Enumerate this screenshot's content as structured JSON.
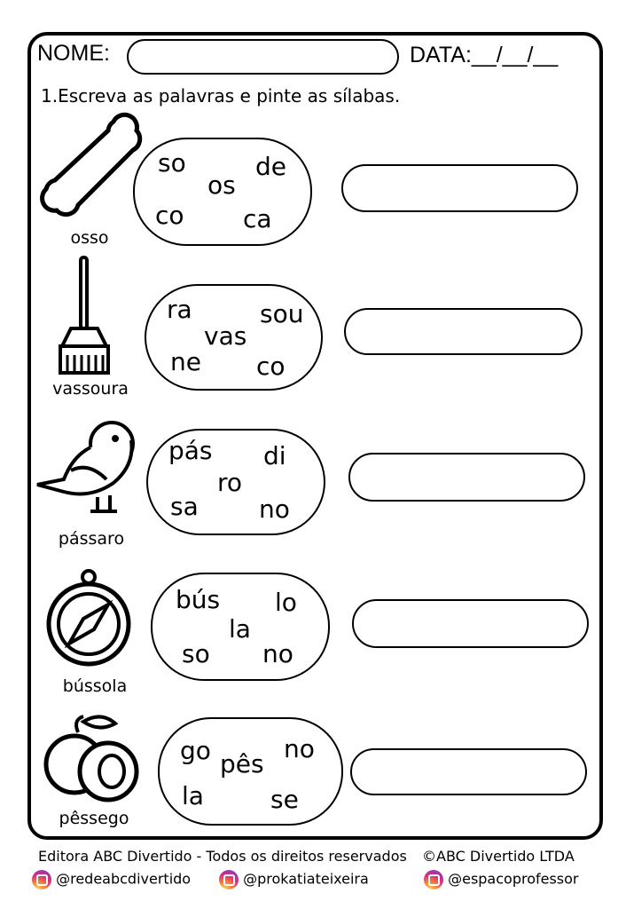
{
  "header": {
    "name_label": "NOME:",
    "date_label": "DATA:__/__/__"
  },
  "instruction": "1.Escreva as palavras e pinte as sílabas.",
  "rows": [
    {
      "word": "osso",
      "icon": "bone-icon",
      "syllables": [
        "so",
        "os",
        "de",
        "co",
        "ca"
      ]
    },
    {
      "word": "vassoura",
      "icon": "broom-icon",
      "syllables": [
        "ra",
        "vas",
        "sou",
        "ne",
        "co"
      ]
    },
    {
      "word": "pássaro",
      "icon": "bird-icon",
      "syllables": [
        "pás",
        "ro",
        "di",
        "sa",
        "no"
      ]
    },
    {
      "word": "bússola",
      "icon": "compass-icon",
      "syllables": [
        "bús",
        "la",
        "lo",
        "so",
        "no"
      ]
    },
    {
      "word": "pêssego",
      "icon": "peach-icon",
      "syllables": [
        "go",
        "pês",
        "no",
        "la",
        "se"
      ]
    }
  ],
  "footer": {
    "credits": "Editora ABC Divertido - Todos os direitos reservados",
    "copyright": "©ABC Divertido LTDA",
    "handles": [
      "@redeabcdivertido",
      "@prokatiateixeira",
      "@espacoprofessor"
    ]
  }
}
